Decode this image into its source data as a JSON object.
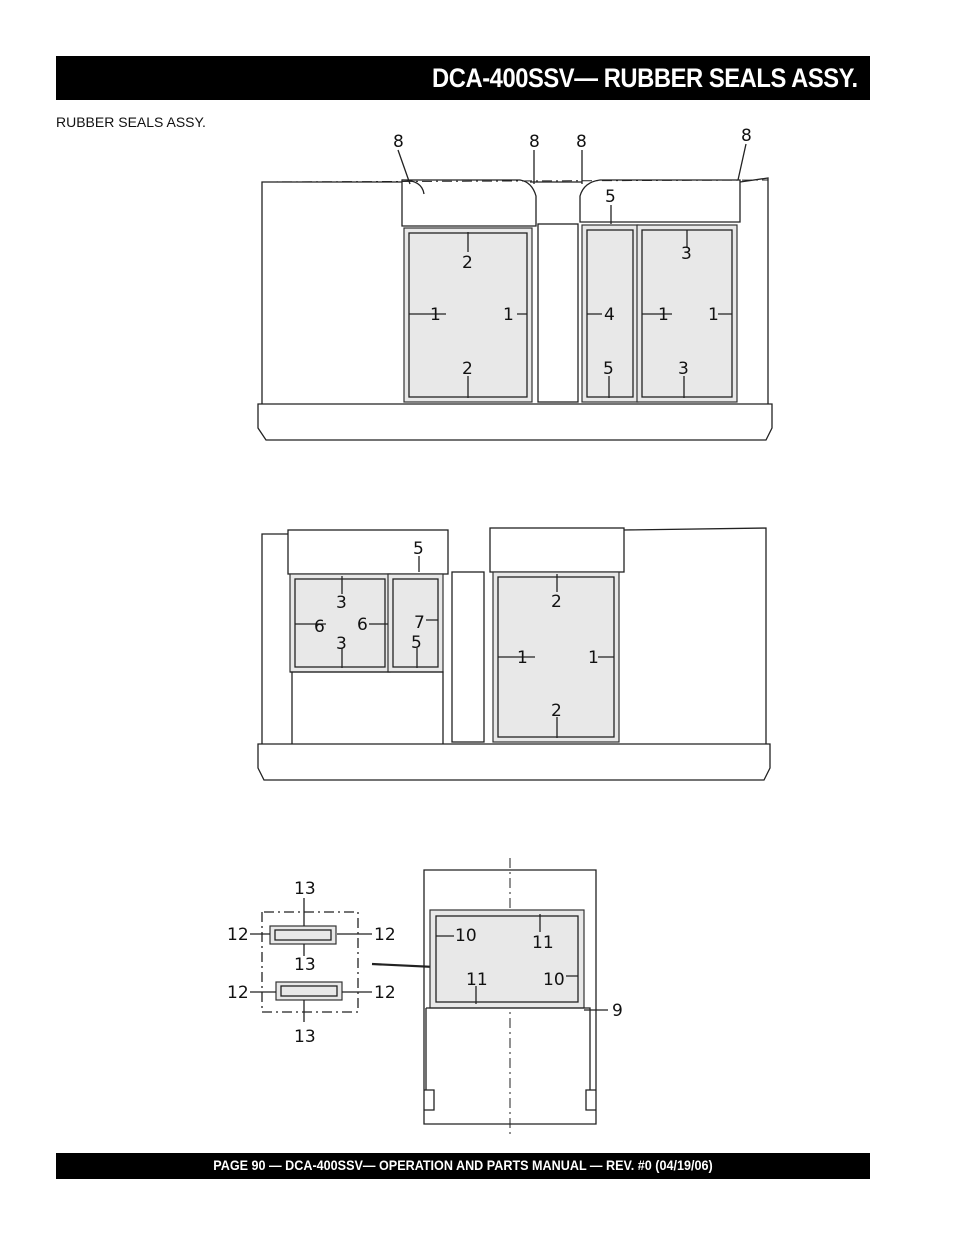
{
  "header": {
    "title": "DCA-400SSV— RUBBER SEALS ASSY."
  },
  "subtitle": "RUBBER SEALS ASSY.",
  "footer": {
    "text": "PAGE 90 — DCA-400SSV—  OPERATION AND PARTS  MANUAL — REV. #0  (04/19/06)"
  },
  "callouts": {
    "top": [
      "8",
      "8",
      "8",
      "8",
      "5",
      "2",
      "3",
      "1",
      "1",
      "4",
      "1",
      "1",
      "2",
      "5",
      "3"
    ],
    "middle": [
      "5",
      "3",
      "6",
      "6",
      "7",
      "3",
      "5",
      "2",
      "1",
      "1",
      "2"
    ],
    "bottom": [
      "13",
      "12",
      "12",
      "13",
      "12",
      "12",
      "13",
      "10",
      "11",
      "10",
      "11",
      "9"
    ]
  }
}
